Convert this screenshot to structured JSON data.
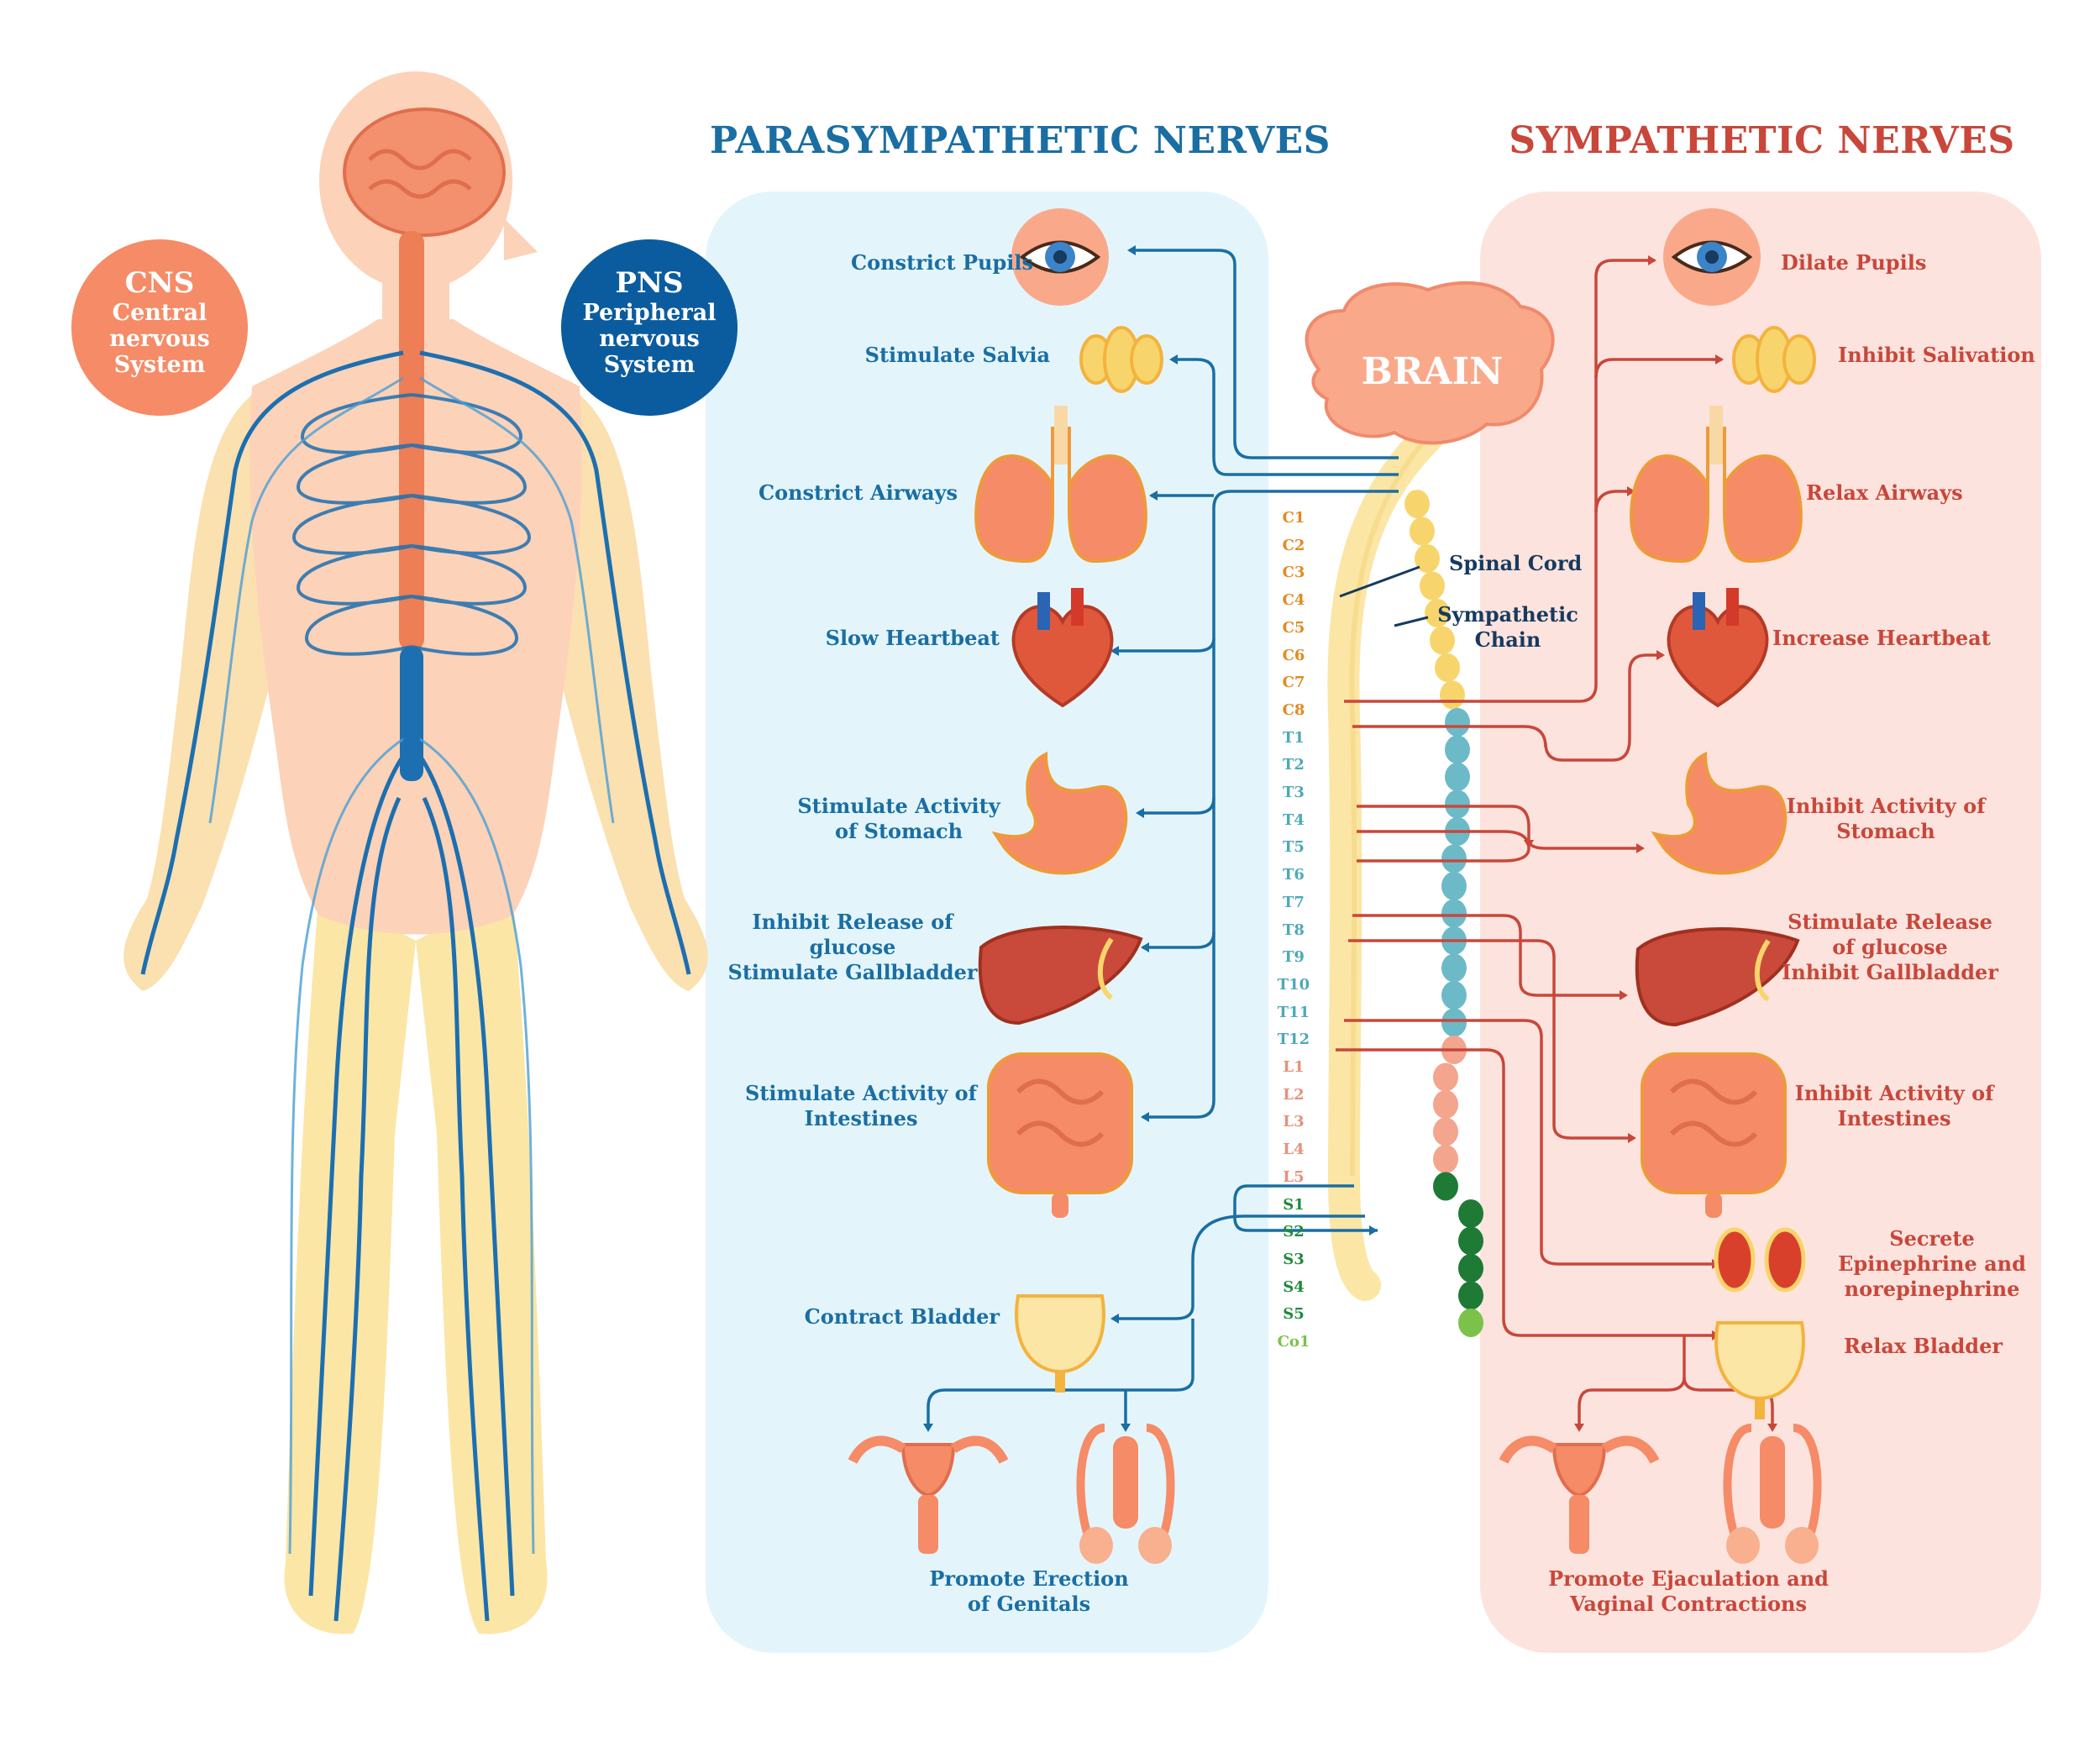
{
  "titles": {
    "parasympathetic": "PARASYMPATHETIC NERVES",
    "sympathetic": "SYMPATHETIC NERVES"
  },
  "badges": {
    "cns": {
      "abbr": "CNS",
      "line1": "Central",
      "line2": "nervous",
      "line3": "System"
    },
    "pns": {
      "abbr": "PNS",
      "line1": "Peripheral",
      "line2": "nervous",
      "line3": "System"
    }
  },
  "brain_label": "BRAIN",
  "spine_labels": {
    "cord": "Spinal Cord",
    "chain_1": "Sympathetic",
    "chain_2": "Chain"
  },
  "segments": [
    "C1",
    "C2",
    "C3",
    "C4",
    "C5",
    "C6",
    "C7",
    "C8",
    "T1",
    "T2",
    "T3",
    "T4",
    "T5",
    "T6",
    "T7",
    "T8",
    "T9",
    "T10",
    "T11",
    "T12",
    "L1",
    "L2",
    "L3",
    "L4",
    "L5",
    "S1",
    "S2",
    "S3",
    "S4",
    "S5",
    "Co1"
  ],
  "segment_colors": {
    "cervical": "#e38a1e",
    "thoracic": "#4fa9b8",
    "lumbar": "#e8907a",
    "sacral": "#1e8a3c",
    "coccygeal": "#7cc24a"
  },
  "parasympathetic": [
    {
      "line1": "Constrict Pupils"
    },
    {
      "line1": "Stimulate Salvia"
    },
    {
      "line1": "Constrict Airways"
    },
    {
      "line1": "Slow Heartbeat"
    },
    {
      "line1": "Stimulate Activity",
      "line2": "of Stomach"
    },
    {
      "line1": "Inhibit Release of",
      "line2": "glucose",
      "line3": "Stimulate Gallbladder"
    },
    {
      "line1": "Stimulate Activity of",
      "line2": "Intestines"
    },
    {
      "line1": "Contract Bladder"
    },
    {
      "line1": "Promote Erection",
      "line2": "of Genitals"
    }
  ],
  "sympathetic": [
    {
      "line1": "Dilate Pupils"
    },
    {
      "line1": "Inhibit Salivation"
    },
    {
      "line1": "Relax Airways"
    },
    {
      "line1": "Increase Heartbeat"
    },
    {
      "line1": "Inhibit Activity of",
      "line2": "Stomach"
    },
    {
      "line1": "Stimulate Release",
      "line2": "of glucose",
      "line3": "Inhibit Gallbladder"
    },
    {
      "line1": "Inhibit Activity of",
      "line2": "Intestines"
    },
    {
      "line1": "Secrete",
      "line2": "Epinephrine and",
      "line3": "norepinephrine"
    },
    {
      "line1": "Relax Bladder"
    },
    {
      "line1": "Promote Ejaculation and",
      "line2": "Vaginal Contractions"
    }
  ],
  "colors": {
    "para": "#1a6ea3",
    "symp": "#c8473a",
    "para_bg": "#e3f5fb",
    "symp_bg": "#fde3de",
    "cns": "#f58b67",
    "pns": "#0b5c9e"
  }
}
